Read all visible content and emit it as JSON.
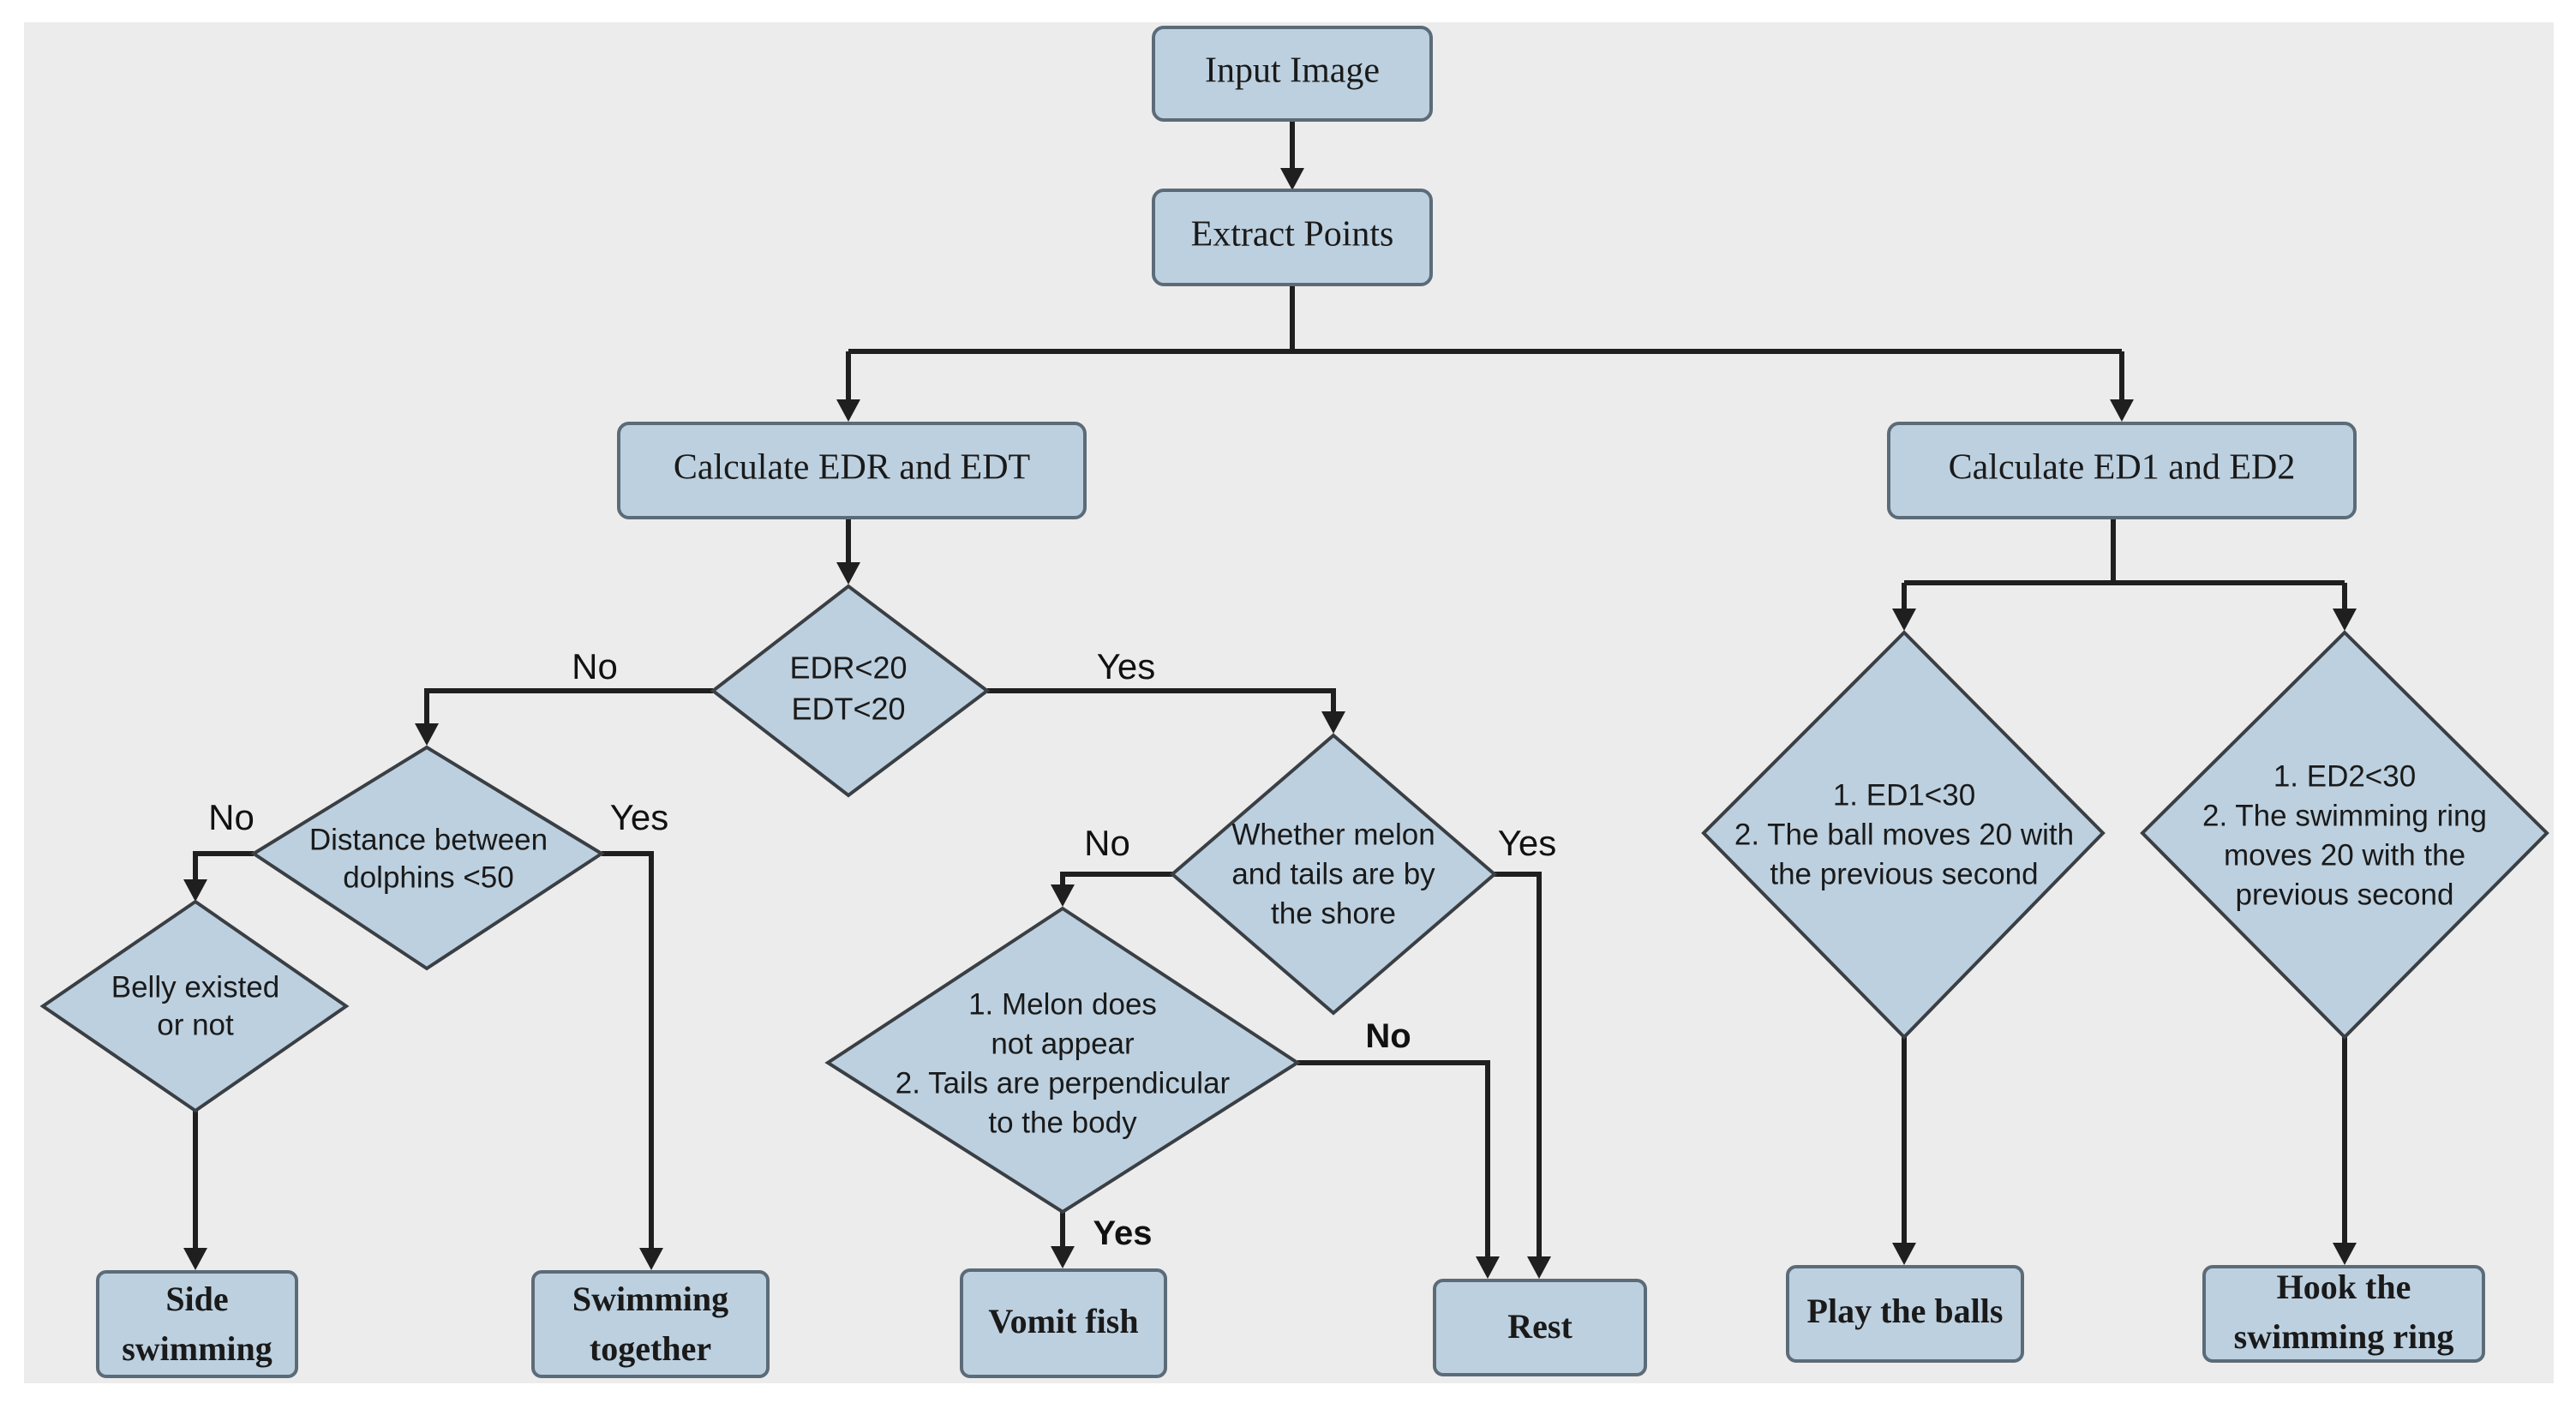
{
  "nodes": {
    "input_image": "Input Image",
    "extract_points": "Extract Points",
    "calc_edr_edt": "Calculate EDR and EDT",
    "calc_ed1_ed2": "Calculate ED1 and ED2",
    "edr_decision": [
      "EDR<20",
      "EDT<20"
    ],
    "distance_decision": [
      "Distance between",
      "dolphins <50"
    ],
    "belly_decision": [
      "Belly existed",
      "or not"
    ],
    "melon_shore_decision": [
      "Whether melon",
      "and tails are by",
      "the shore"
    ],
    "melon_appear_decision": [
      "1. Melon does",
      "not appear",
      "2. Tails are perpendicular",
      "to the body"
    ],
    "ed1_decision": [
      "1. ED1<30",
      "2. The ball moves 20 with",
      "the previous second"
    ],
    "ed2_decision": [
      "1. ED2<30",
      "2. The swimming ring",
      "moves 20 with the",
      "previous second"
    ],
    "side_swimming": [
      "Side",
      "swimming"
    ],
    "swimming_together": [
      "Swimming",
      "together"
    ],
    "vomit_fish": "Vomit fish",
    "rest": "Rest",
    "play_balls": "Play the balls",
    "hook_ring": [
      "Hook the",
      "swimming ring"
    ]
  },
  "edge_labels": {
    "edr_no": "No",
    "edr_yes": "Yes",
    "distance_no": "No",
    "distance_yes": "Yes",
    "shore_no": "No",
    "shore_yes": "Yes",
    "melon_no": "No",
    "melon_yes": "Yes"
  },
  "colors": {
    "node_fill": "#bdd0df",
    "background": "#ececec",
    "line": "#1f1f1f"
  }
}
